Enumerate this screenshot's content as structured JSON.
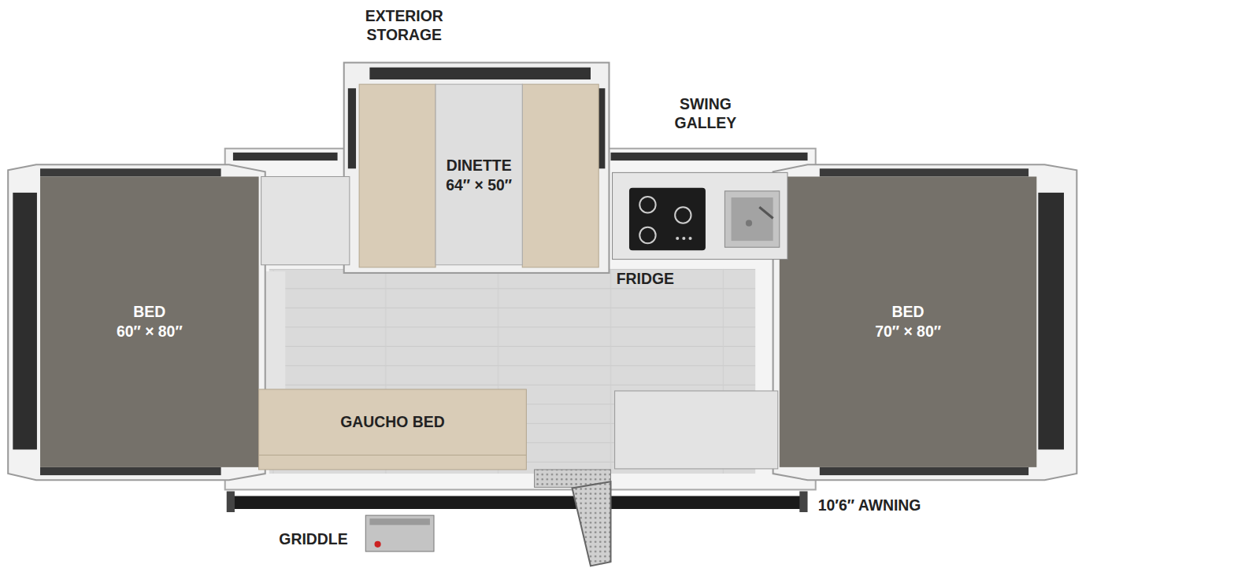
{
  "diagram": {
    "nodes": [
      {
        "text": [
          "DINETTE",
          "64″ × 50″"
        ]
      },
      {
        "text": [
          "BED",
          "60″ × 80″"
        ]
      },
      {
        "text": [
          "BED",
          "70″ × 80″"
        ]
      },
      {
        "text": [
          "GAUCHO BED"
        ]
      }
    ],
    "labels": [
      "EXTERIOR STORAGE",
      "SWING GALLEY",
      "FRIDGE",
      "GRIDDLE",
      "10′6″ AWNING"
    ]
  }
}
